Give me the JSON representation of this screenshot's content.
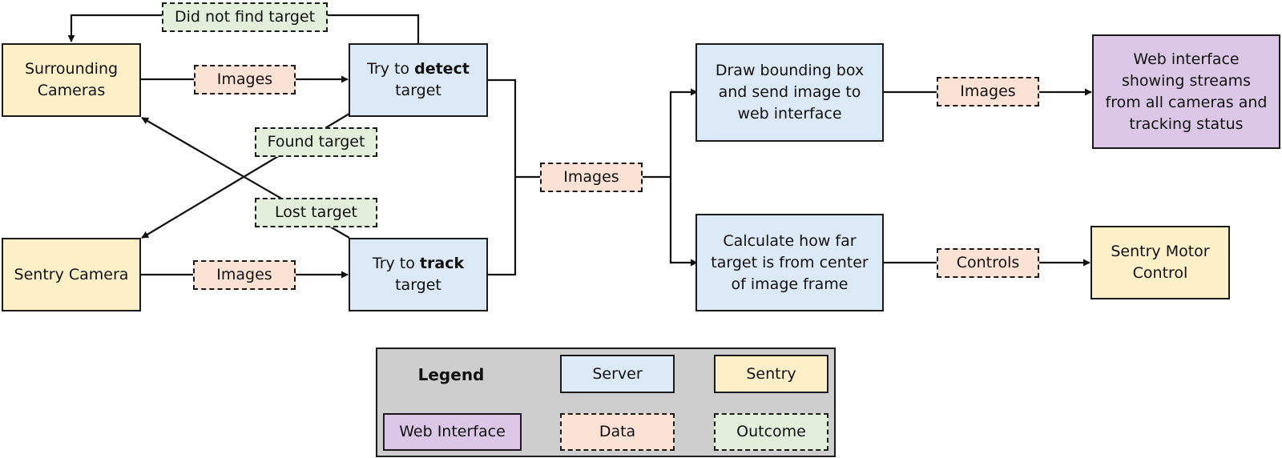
{
  "nodes": {
    "surrounding_cameras": "Surrounding Cameras",
    "sentry_camera": "Sentry Camera",
    "detect_prefix": "Try to",
    "detect_bold": "detect",
    "detect_suffix": "target",
    "track_prefix": "Try to",
    "track_bold": "track",
    "track_suffix": "target",
    "draw_bbox": "Draw bounding box and send image to web interface",
    "calc_distance": "Calculate how far target is from center of image frame",
    "web_interface": "Web interface showing streams from all cameras and tracking status",
    "sentry_motor": "Sentry Motor Control"
  },
  "edge_labels": {
    "images_top": "Images",
    "images_bottom": "Images",
    "images_merge": "Images",
    "images_to_web": "Images",
    "controls": "Controls",
    "did_not_find": "Did not find target",
    "found_target": "Found target",
    "lost_target": "Lost target"
  },
  "legend": {
    "title": "Legend",
    "server": "Server",
    "sentry": "Sentry",
    "web_interface": "Web Interface",
    "data": "Data",
    "outcome": "Outcome"
  },
  "colors": {
    "server": "#dce9f6",
    "sentry": "#fdf0c9",
    "web_interface": "#dcc8e6",
    "data": "#fbe2d4",
    "outcome": "#e3efda",
    "legend_background": "#cfcecf"
  }
}
